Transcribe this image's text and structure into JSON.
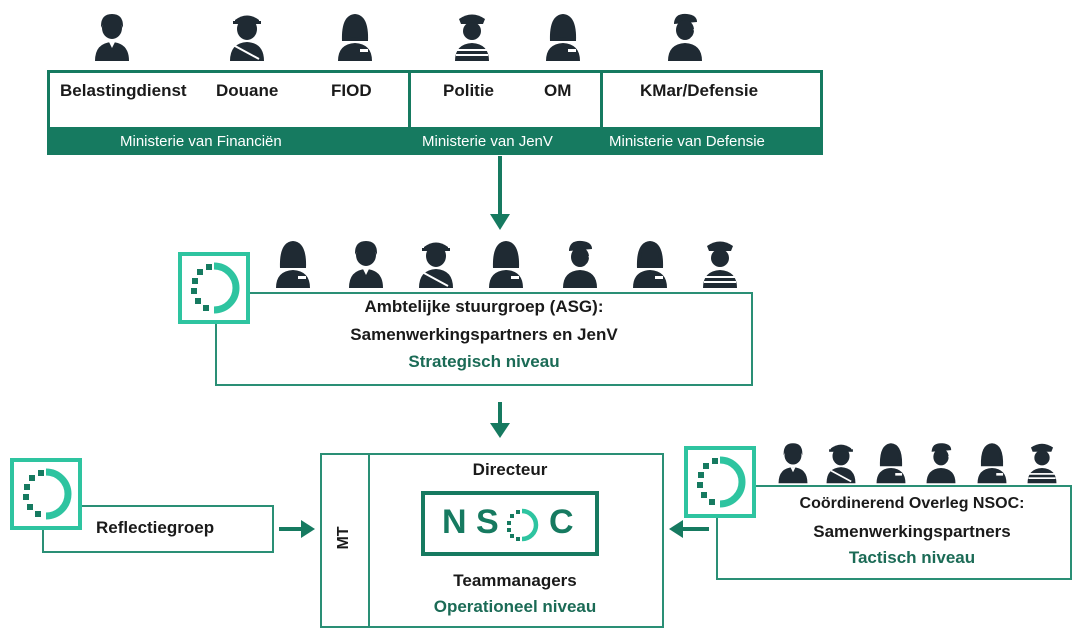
{
  "colors": {
    "primary": "#167a60",
    "accent": "#2ec4a0",
    "dark": "#1f2a33",
    "text_green": "#1b6b56"
  },
  "top": {
    "organisations": [
      "Belastingdienst",
      "Douane",
      "FIOD",
      "Politie",
      "OM",
      "KMar/Defensie"
    ],
    "ministries": [
      "Ministerie van Financiën",
      "Ministerie van JenV",
      "Ministerie van Defensie"
    ]
  },
  "asg": {
    "line1": "Ambtelijke stuurgroep (ASG):",
    "line2": "Samenwerkingspartners en JenV",
    "level": "Strategisch niveau"
  },
  "reflectie": {
    "label": "Reflectiegroep"
  },
  "nsoc": {
    "mt": "MT",
    "directeur": "Directeur",
    "logo_n": "N",
    "logo_s": "S",
    "logo_c": "C",
    "teammanagers": "Teammanagers",
    "level": "Operationeel niveau"
  },
  "overleg": {
    "line1": "Coördinerend Overleg NSOC:",
    "line2": "Samenwerkingspartners",
    "level": "Tactisch niveau"
  },
  "icons": [
    "person-icon",
    "customs-officer-icon",
    "police-officer-icon",
    "soldier-icon",
    "meeting-cycle-icon",
    "arrow-icon"
  ]
}
